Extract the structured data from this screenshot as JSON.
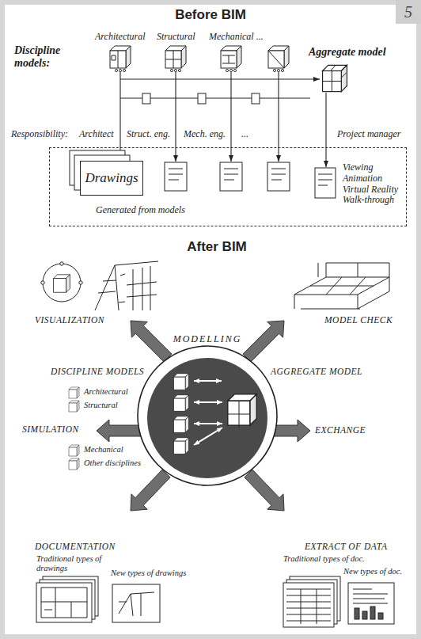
{
  "diagram": {
    "title": "Before BIM",
    "nodes": [
      {
        "text": [
          "5"
        ]
      },
      {
        "text": [
          "Generated from models",
          "Viewing Animation Virtual Reality Walk-through"
        ]
      },
      {
        "text": [
          "Drawings"
        ],
        "in": 1
      },
      {
        "text": [
          "MODELLING"
        ]
      }
    ],
    "labels": [
      "After BIM",
      "Architectural",
      "Structural",
      "Mechanical ...",
      "Discipline models:",
      "Aggregate model",
      "Responsibility:",
      "Architect",
      "Struct. eng.",
      "Mech. eng.",
      "...",
      "Project manager",
      "VISUALIZATION",
      "MODEL CHECK",
      "DISCIPLINE MODELS",
      "Architectural",
      "Structural",
      "AGGREGATE MODEL",
      "SIMULATION",
      "EXCHANGE",
      "Mechanical",
      "Other disciplines",
      "DOCUMENTATION",
      "Traditional types of drawings",
      "New types of drawings",
      "EXTRACT OF DATA",
      "Traditional types of doc.",
      "New types of doc."
    ]
  }
}
